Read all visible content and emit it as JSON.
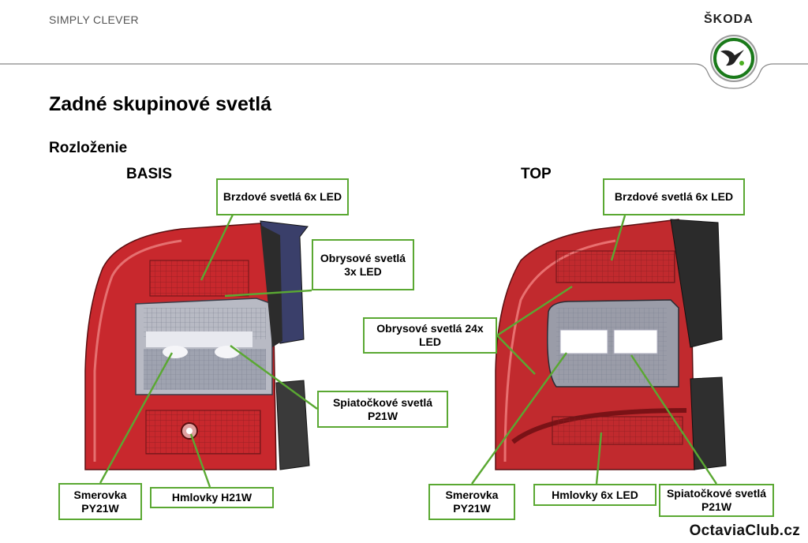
{
  "header": {
    "tagline": "SIMPLY CLEVER",
    "brand": "ŠKODA"
  },
  "slide": {
    "title": "Zadné skupinové svetlá",
    "subtitle": "Rozloženie"
  },
  "variants": {
    "basis": {
      "label": "BASIS",
      "callouts": {
        "brake": "Brzdové svetlá 6x LED",
        "position": "Obrysové svetlá 3x LED",
        "reverse": "Spiatočkové svetlá P21W",
        "indicator": "Smerovka PY21W",
        "fog": "Hmlovky H21W"
      }
    },
    "top": {
      "label": "TOP",
      "callouts": {
        "brake": "Brzdové svetlá 6x LED",
        "position": "Obrysové svetlá 24x LED",
        "indicator": "Smerovka PY21W",
        "fog": "Hmlovky 6x LED",
        "reverse": "Spiatočkové svetlá P21W"
      }
    }
  },
  "footer": {
    "watermark": "OctaviaClub.cz"
  },
  "colors": {
    "accent_green": "#5aa832",
    "lamp_red": "#c8282d",
    "header_line": "#888888"
  }
}
